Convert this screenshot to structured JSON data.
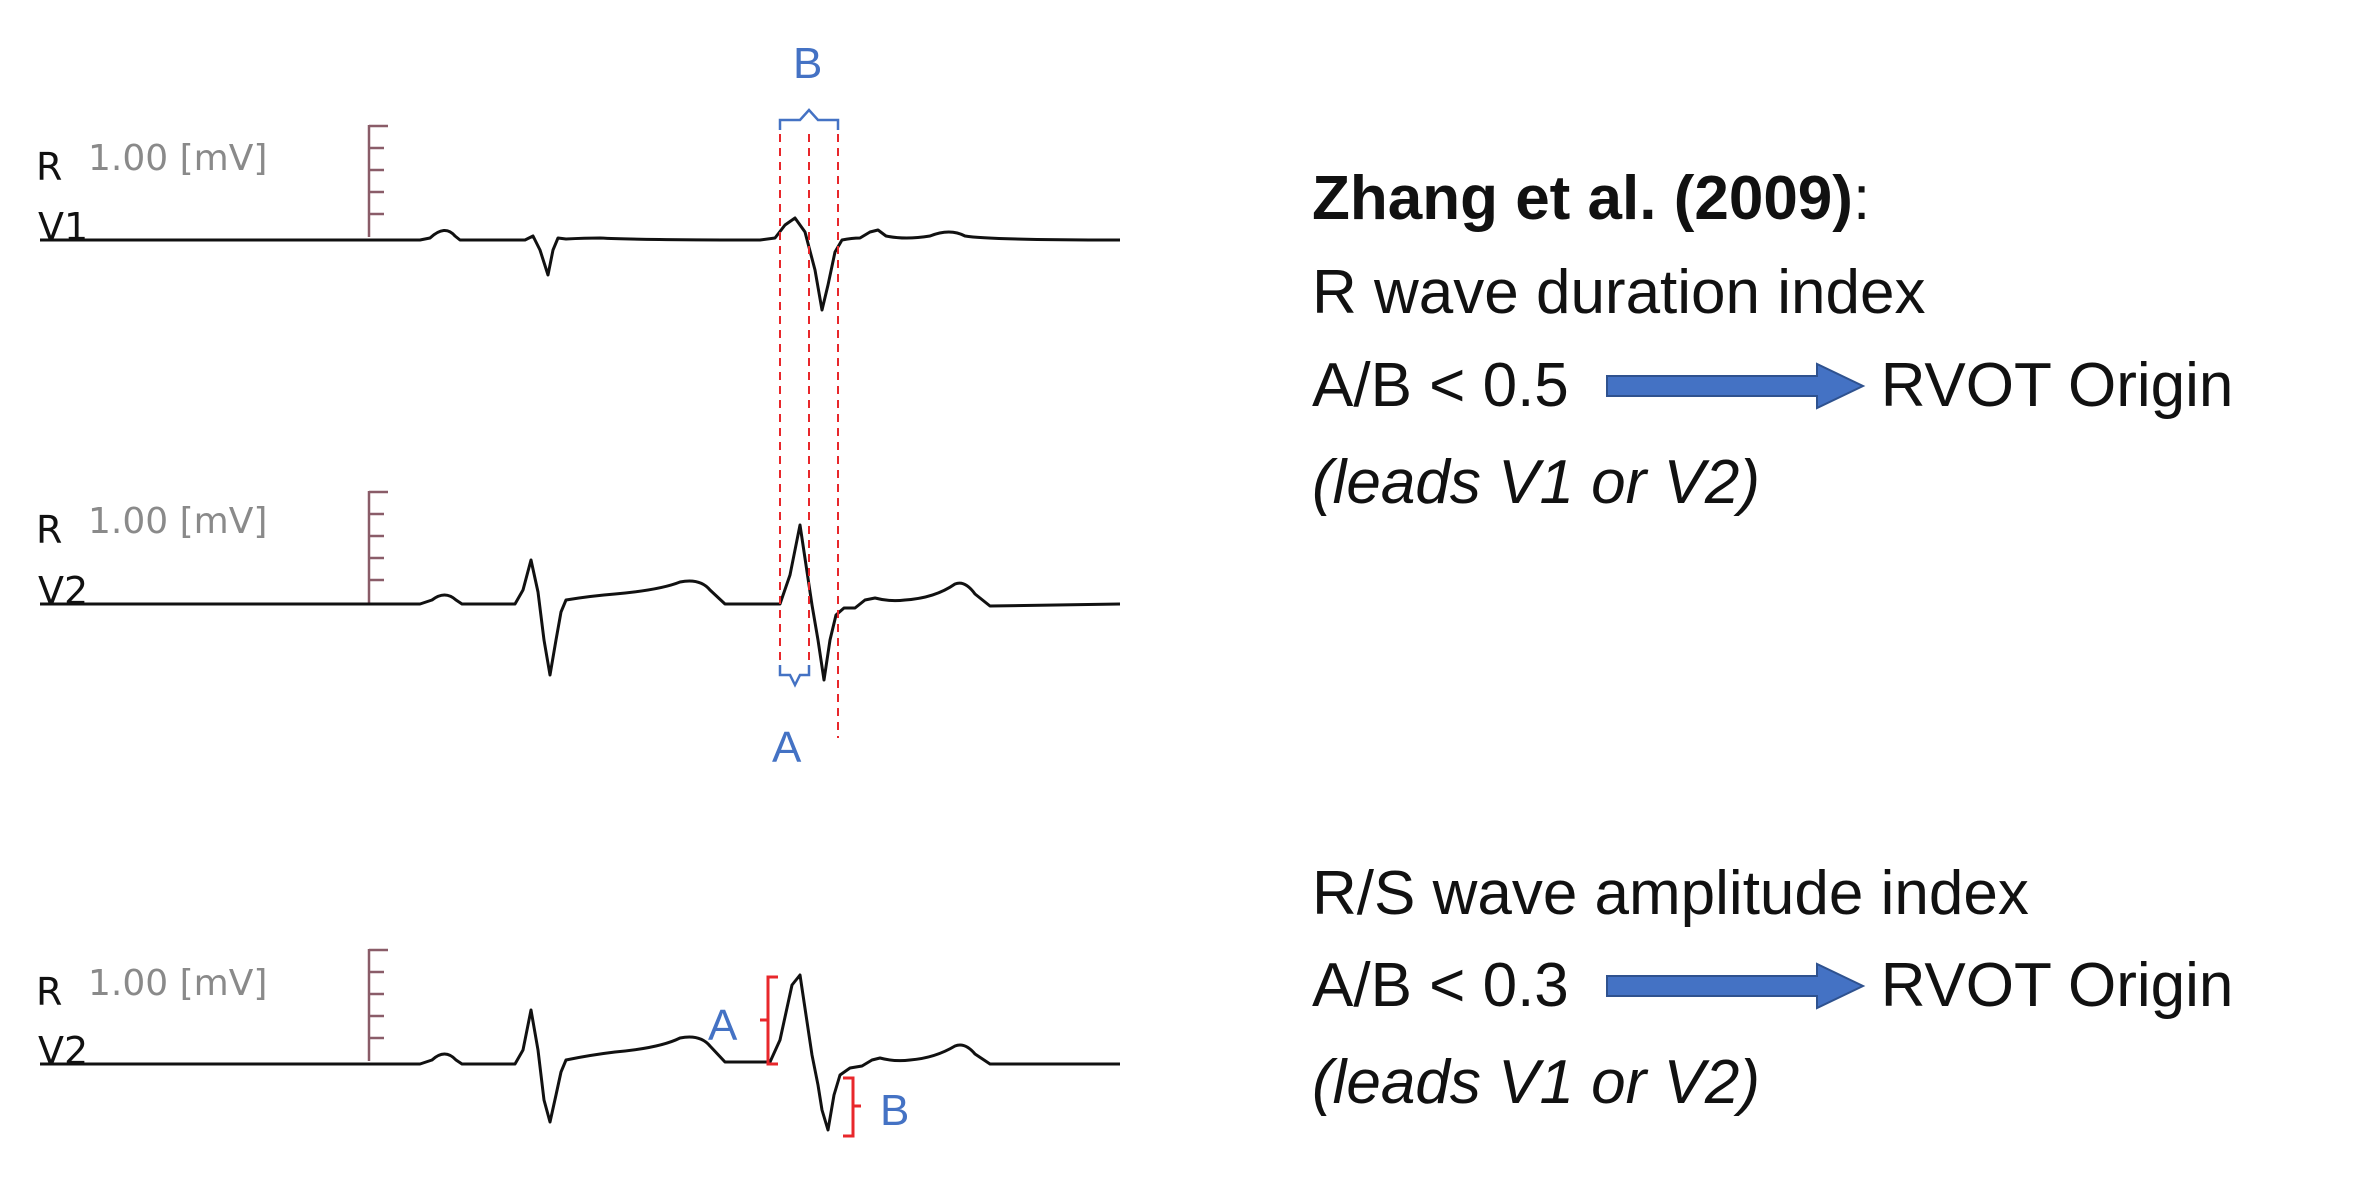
{
  "ecg_panels": [
    {
      "lead_letter": "R",
      "lead_name": "V1",
      "scale": "1.00 [mV]"
    },
    {
      "lead_letter": "R",
      "lead_name": "V2",
      "scale": "1.00 [mV]"
    },
    {
      "lead_letter": "R",
      "lead_name": "V2",
      "scale": "1.00 [mV]"
    }
  ],
  "annotations": {
    "duration_total": "B",
    "duration_r": "A",
    "amplitude_r": "A",
    "amplitude_s": "B"
  },
  "colors": {
    "annotation_text": "#4472c4",
    "guide_lines": "#e8272b",
    "arrow": "#4472c4",
    "trace": "#111111"
  },
  "criteria": {
    "citation": "Zhang et al. (2009)",
    "citation_suffix": ":",
    "duration": {
      "title": "R wave duration index",
      "condition": "A/B < 0.5",
      "result": "RVOT Origin",
      "leads": "(leads V1 or V2)"
    },
    "amplitude": {
      "title": "R/S wave amplitude index",
      "condition": "A/B < 0.3",
      "result": "RVOT Origin",
      "leads": "(leads V1 or V2)"
    }
  }
}
